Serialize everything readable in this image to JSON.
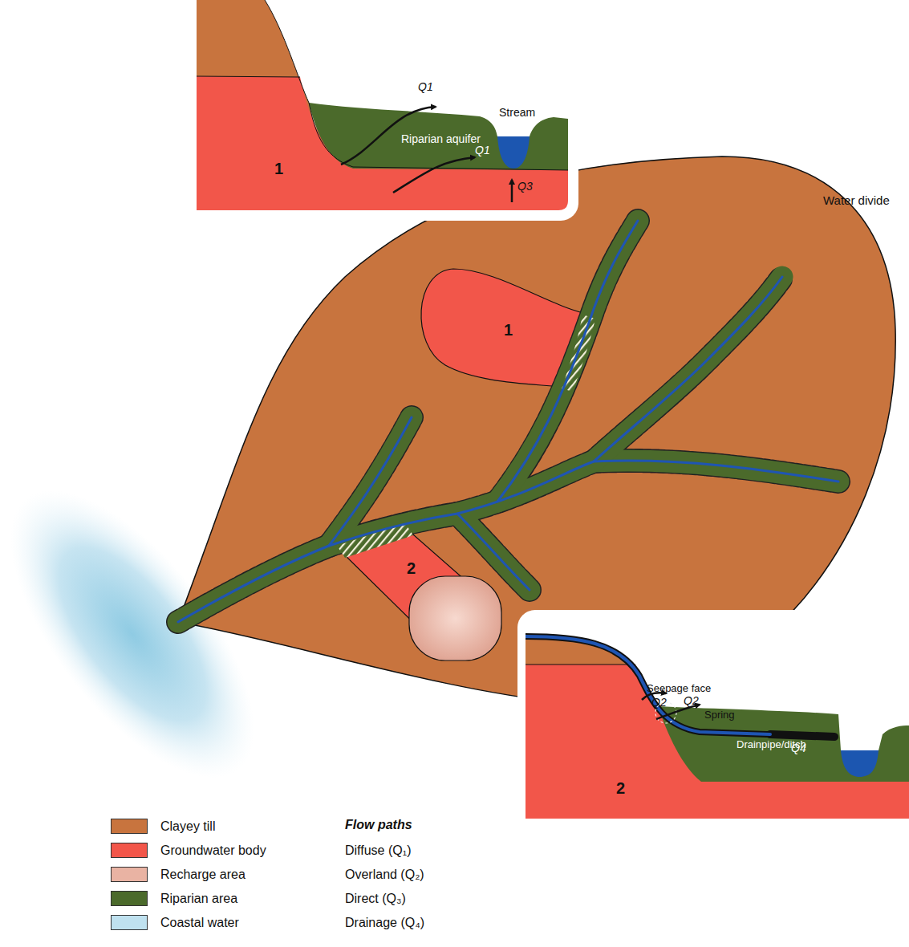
{
  "diagram": {
    "labels": [
      "Q1",
      "Q1",
      "Stream",
      "Riparian aquifer",
      "Q3",
      "1",
      "Water divide",
      "1",
      "2",
      "Seepage face",
      "Q2",
      "Q2",
      "Spring",
      "Drainpipe/ditch",
      "Q4",
      "2",
      "Flow paths"
    ],
    "legend": [
      {
        "text": "Clayey till",
        "color": "#c8743e"
      },
      {
        "text": "Groundwater body",
        "color": "#f2564a"
      },
      {
        "text": "Recharge area",
        "color": "#e9b3a3"
      },
      {
        "text": "Riparian area",
        "color": "#4b6a2b"
      },
      {
        "text": "Coastal water",
        "color": "#bfe1ef"
      },
      {
        "text": "Diffuse (Q₁)"
      },
      {
        "text": "Overland (Q₂)"
      },
      {
        "text": "Direct (Q₃)"
      },
      {
        "text": "Drainage (Q₄)"
      }
    ]
  }
}
